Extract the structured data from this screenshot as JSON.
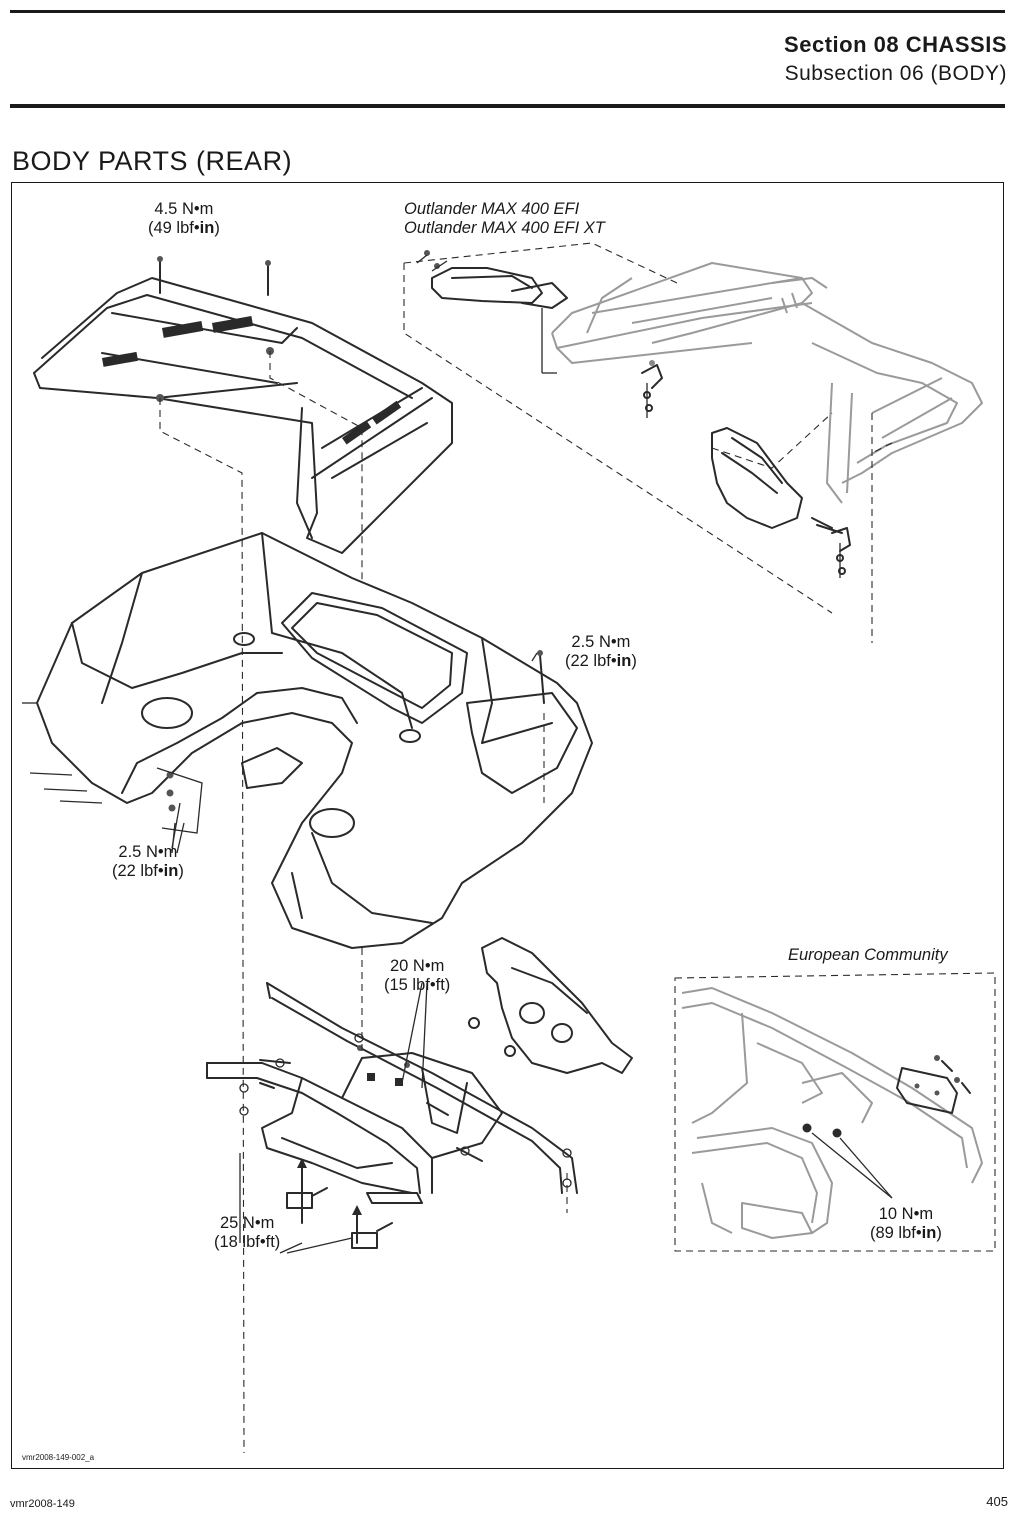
{
  "header": {
    "section": "Section 08 CHASSIS",
    "subsection": "Subsection 06 (BODY)"
  },
  "page_heading": "BODY PARTS (REAR)",
  "figure": {
    "torque_rack": {
      "metric": "4.5 N•m",
      "imperial_prefix": "(49 lbf•",
      "imperial_unit": "in",
      "imperial_suffix": ")"
    },
    "model_line_1": "Outlander MAX 400 EFI",
    "model_line_2": "Outlander MAX 400 EFI XT",
    "torque_right": {
      "metric": "2.5 N•m",
      "imperial_prefix": "(22 lbf•",
      "imperial_unit": "in",
      "imperial_suffix": ")"
    },
    "torque_left": {
      "metric": "2.5 N•m",
      "imperial_prefix": "(22 lbf•",
      "imperial_unit": "in",
      "imperial_suffix": ")"
    },
    "torque_bracket": {
      "metric": "20 N•m",
      "imperial": "(15 lbf•ft)"
    },
    "torque_hitch": {
      "metric": "25 N•m",
      "imperial": "(18 lbf•ft)"
    },
    "eu_label": "European Community",
    "torque_eu": {
      "metric": "10 N•m",
      "imperial_prefix": "(89 lbf•",
      "imperial_unit": "in",
      "imperial_suffix": ")"
    },
    "figure_code": "vmr2008-149-002_a"
  },
  "footer": {
    "doc_code": "vmr2008-149",
    "page_number": "405"
  }
}
